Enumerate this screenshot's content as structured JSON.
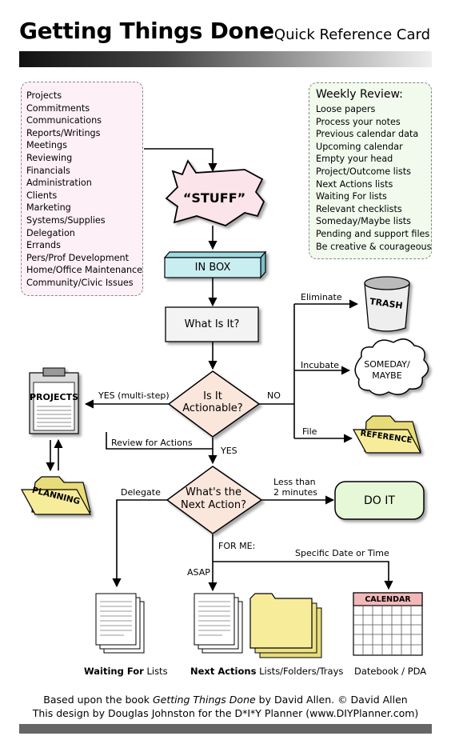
{
  "header": {
    "title": "Getting Things Done",
    "subtitle": "Quick Reference Card"
  },
  "inputs": {
    "items": [
      "Projects",
      "Commitments",
      "Communications",
      "Reports/Writings",
      "Meetings",
      "Reviewing",
      "Financials",
      "Administration",
      "Clients",
      "Marketing",
      "Systems/Supplies",
      "Delegation",
      "Errands",
      "Pers/Prof Development",
      "Home/Office Maintenance",
      "Community/Civic Issues"
    ]
  },
  "weekly_review": {
    "title": "Weekly Review:",
    "items": [
      "Loose papers",
      "Process your notes",
      "Previous calendar data",
      "Upcoming calendar",
      "Empty your head",
      "Project/Outcome lists",
      "Next Actions lists",
      "Waiting For lists",
      "Relevant checklists",
      "Someday/Maybe lists",
      "Pending and support files",
      "Be creative & courageous"
    ]
  },
  "flow": {
    "stuff": "“STUFF”",
    "inbox": "IN BOX",
    "what_is_it": "What Is It?",
    "actionable_line1": "Is It",
    "actionable_line2": "Actionable?",
    "next_action_line1": "What's the",
    "next_action_line2": "Next Action?",
    "do_it": "DO IT",
    "projects": "PROJECTS",
    "planning": "PLANNING",
    "trash": "TRASH",
    "someday_line1": "SOMEDAY/",
    "someday_line2": "MAYBE",
    "reference": "REFERENCE",
    "calendar": "CALENDAR"
  },
  "labels": {
    "eliminate": "Eliminate",
    "incubate": "Incubate",
    "file": "File",
    "no": "NO",
    "yes": "YES",
    "yes_multi": "YES (multi-step)",
    "review_for_actions": "Review for Actions",
    "delegate": "Delegate",
    "less_than": "Less than",
    "two_minutes": "2 minutes",
    "for_me": "FOR ME:",
    "specific_date": "Specific Date or Time",
    "asap": "ASAP"
  },
  "outputs": {
    "waiting_bold": "Waiting For",
    "waiting_rest": " Lists",
    "next_bold": "Next Actions",
    "next_rest": " Lists/Folders/Trays",
    "datebook": "Datebook / PDA"
  },
  "footer": {
    "line1_a": "Based upon the book ",
    "line1_b": "Getting Things Done",
    "line1_c": " by David Allen. © David Allen",
    "line2": "This design by Douglas Johnston for the D*I*Y Planner (www.DIYPlanner.com)"
  },
  "colors": {
    "inputs_bg": "#fdf0f6",
    "review_bg": "#f1faed",
    "inbox": "#c9eef2",
    "decision": "#fbe6dc",
    "folder": "#f7ec9a",
    "do_it": "#e6f8d8",
    "calendar_header": "#f2b8b8"
  }
}
